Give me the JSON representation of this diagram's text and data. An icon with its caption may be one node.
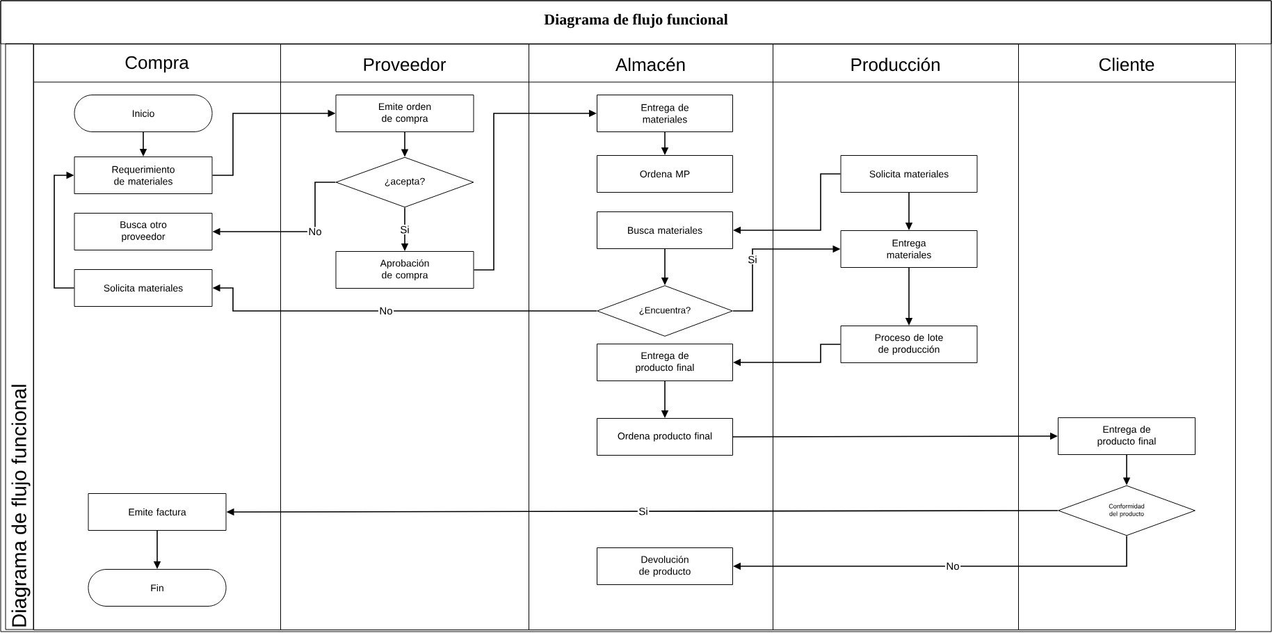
{
  "diagram": {
    "title": "Diagrama de flujo funcional",
    "nodes": [
      {
        "text": [
          "Compra"
        ]
      },
      {
        "text": [
          "Proveedor"
        ]
      },
      {
        "text": [
          "Almacén"
        ]
      },
      {
        "text": [
          "Producción"
        ]
      },
      {
        "text": [
          "Cliente"
        ]
      },
      {
        "text": [
          "Inicio"
        ],
        "in": 0
      },
      {
        "text": [
          "Requerimiento de materiales"
        ],
        "in": 0
      },
      {
        "text": [
          "Busca otro proveedor"
        ],
        "in": 0
      },
      {
        "text": [
          "Solicita materiales"
        ],
        "in": 0
      },
      {
        "text": [
          "Emite orden de compra"
        ],
        "in": 1
      },
      {
        "text": [
          "¿acepta?"
        ],
        "in": 1
      },
      {
        "text": [
          "Aprobación de compra"
        ],
        "in": 1
      },
      {
        "text": [
          "Entrega de materiales"
        ],
        "in": 2
      },
      {
        "text": [
          "Ordena MP"
        ],
        "in": 2
      },
      {
        "text": [
          "Busca materiales"
        ],
        "in": 2
      },
      {
        "text": [
          "¿Encuentra?"
        ],
        "in": 2
      },
      {
        "text": [
          "Entrega de producto final"
        ],
        "in": 2
      },
      {
        "text": [
          "Ordena producto final"
        ],
        "in": 2
      },
      {
        "text": [
          "Devolución de producto"
        ],
        "in": 2
      },
      {
        "text": [
          "Solicita materiales"
        ],
        "in": 3
      },
      {
        "text": [
          "Entrega materiales"
        ],
        "in": 3
      },
      {
        "text": [
          "Proceso de lote de producción"
        ],
        "in": 3
      },
      {
        "text": [
          "Entrega de producto final"
        ],
        "in": 4
      },
      {
        "text": [
          "Conformidad del producto"
        ],
        "in": 4
      },
      {
        "text": [
          "Emite factura"
        ],
        "in": 0
      },
      {
        "text": [
          "Fin"
        ],
        "in": 0
      }
    ],
    "edges": [
      {
        "from": 5,
        "to": 6,
        "arrow": "to"
      },
      {
        "from": 6,
        "to": 9,
        "arrow": "to"
      },
      {
        "from": 9,
        "to": 10,
        "arrow": "to"
      },
      {
        "from": 10,
        "to": 7,
        "arrow": "to",
        "label": "No"
      },
      {
        "from": 10,
        "to": 11,
        "arrow": "to",
        "label": "Si"
      },
      {
        "from": 11,
        "to": 12,
        "arrow": "to"
      },
      {
        "from": 12,
        "to": 13,
        "arrow": "to"
      },
      {
        "from": 19,
        "to": 14,
        "arrow": "to"
      },
      {
        "from": 19,
        "to": 20,
        "arrow": "to"
      },
      {
        "from": 14,
        "to": 15,
        "arrow": "to"
      },
      {
        "from": 15,
        "to": 20,
        "arrow": "to",
        "label": "Si"
      },
      {
        "from": 15,
        "to": 8,
        "arrow": "to",
        "label": "No"
      },
      {
        "from": 8,
        "to": 6,
        "arrow": "to"
      },
      {
        "from": 20,
        "to": 21,
        "arrow": "to"
      },
      {
        "from": 21,
        "to": 16,
        "arrow": "to"
      },
      {
        "from": 16,
        "to": 17,
        "arrow": "to"
      },
      {
        "from": 17,
        "to": 22,
        "arrow": "to"
      },
      {
        "from": 22,
        "to": 23,
        "arrow": "to"
      },
      {
        "from": 23,
        "to": 24,
        "arrow": "to",
        "label": "Si"
      },
      {
        "from": 23,
        "to": 18,
        "arrow": "to",
        "label": "No"
      },
      {
        "from": 24,
        "to": 25,
        "arrow": "to"
      }
    ],
    "labels": [
      "Diagrama de flujo funcional"
    ]
  }
}
